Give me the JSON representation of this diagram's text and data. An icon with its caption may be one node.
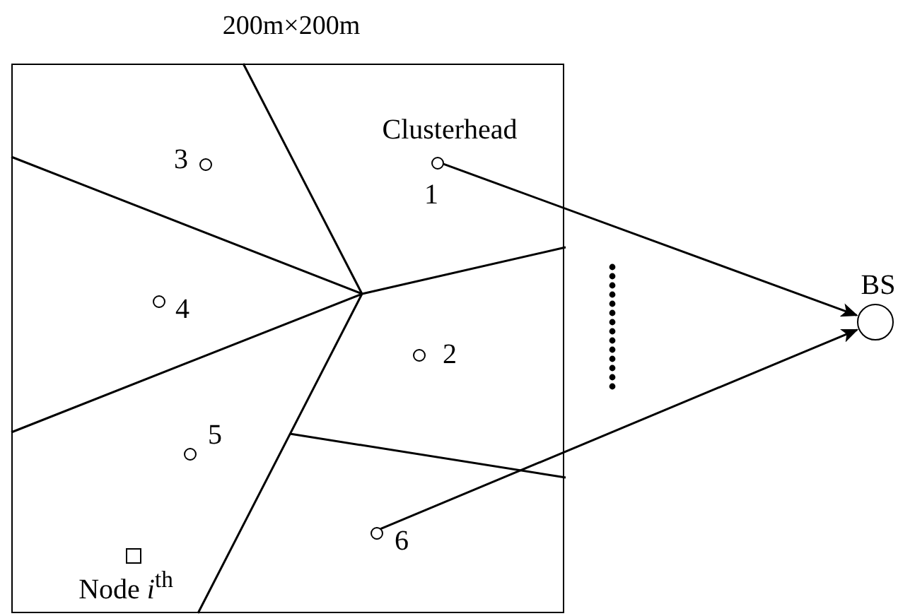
{
  "diagram": {
    "nodes": [
      {
        "text": [
          "200m×200m"
        ]
      },
      {
        "text": [],
        "shape": "circle",
        "in": 0,
        "beside": [
          "3"
        ]
      },
      {
        "text": [],
        "shape": "circle",
        "in": 0,
        "beside": [
          "Clusterhead",
          "1"
        ]
      },
      {
        "text": [],
        "shape": "circle",
        "in": 0,
        "beside": [
          "4"
        ]
      },
      {
        "text": [],
        "shape": "circle",
        "in": 0,
        "beside": [
          "2"
        ]
      },
      {
        "text": [],
        "shape": "circle",
        "in": 0,
        "beside": [
          "5"
        ]
      },
      {
        "text": [],
        "shape": "circle",
        "in": 0,
        "beside": [
          "6"
        ]
      },
      {
        "text": [],
        "shape": "box",
        "in": 0,
        "beside": [
          "Node *i*$^{th}$"
        ]
      },
      {
        "text": [],
        "shape": "circle",
        "beside": [
          "BS"
        ]
      }
    ],
    "edges": [
      {
        "from": 2,
        "to": 8,
        "arrow": "to"
      },
      {
        "from": 6,
        "to": 8,
        "arrow": "to"
      }
    ]
  }
}
